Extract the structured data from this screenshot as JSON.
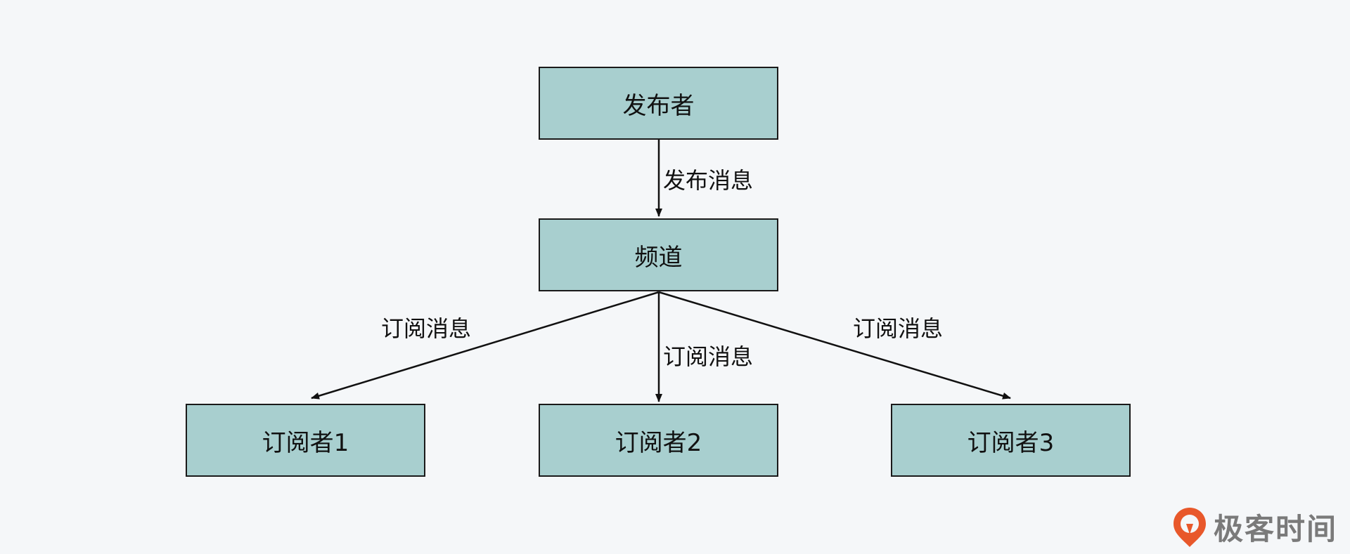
{
  "nodes": {
    "publisher": "发布者",
    "channel": "频道",
    "subscriber1": "订阅者1",
    "subscriber2": "订阅者2",
    "subscriber3": "订阅者3"
  },
  "edges": {
    "publish": "发布消息",
    "subscribe_left": "订阅消息",
    "subscribe_mid": "订阅消息",
    "subscribe_right": "订阅消息"
  },
  "brand": {
    "name": "极客时间",
    "icon": "geektime-logo-icon",
    "color": "#e8582b"
  },
  "colors": {
    "node_fill": "#a8cfcf",
    "background": "#f5f7f9"
  }
}
